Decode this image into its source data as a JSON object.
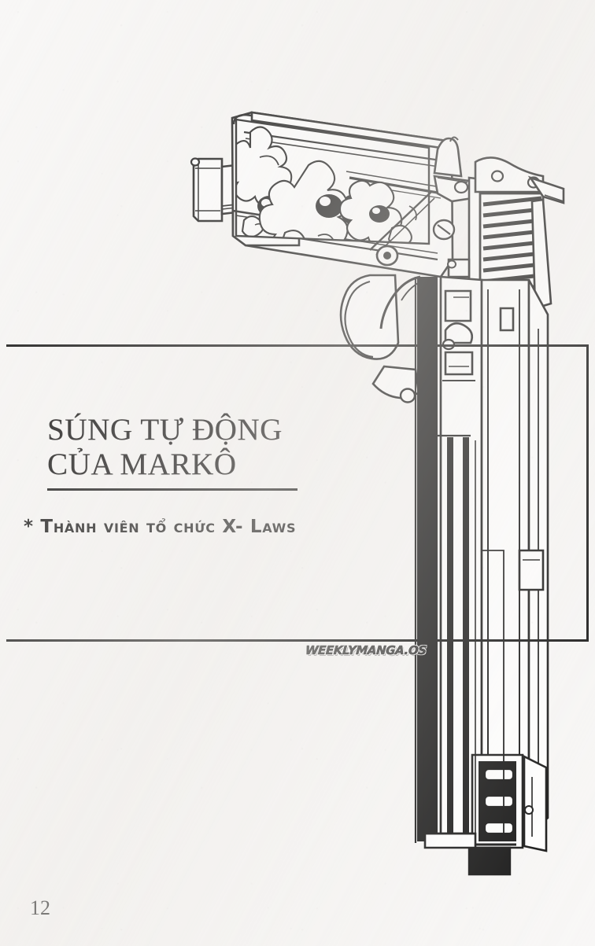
{
  "page": {
    "number": "12",
    "background_color": "#f8f7f6",
    "ink_color": "#111111"
  },
  "panel": {
    "title_line_1": "SÚNG TỰ ĐỘNG",
    "title_line_2": "CỦA MARKÔ",
    "subtitle": "* Thành viên tổ chức X- Laws",
    "border_color": "#111111"
  },
  "watermark": {
    "text": "WEEKLYMANGA.OS"
  },
  "artwork": {
    "caption": "Cutaway line-art illustration of an automatic pistol, rotated ninety degrees with the muzzle pointing down; engraved grip panels, hammer, trigger with trigger guard, slide serrations, extended magazine and compensator are visible.",
    "subject": "automatic-pistol-cutaway"
  }
}
